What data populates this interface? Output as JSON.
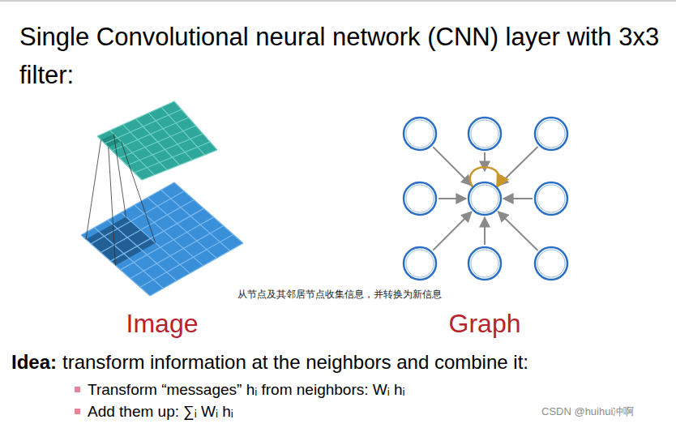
{
  "diagram": {
    "title": "Single Convolutional neural network (CNN) layer with 3x3 filter:",
    "labels": [
      "从节点及其邻居节点收集信息，并转换为新信息",
      "Image",
      "Graph",
      "Idea:",
      "transform information at the neighbors and combine it:",
      "Transform “messages” hᵢ from neighbors: Wᵢ hᵢ",
      "Add them up: ∑ᵢ Wᵢ hᵢ",
      "CSDN @huihui冲啊"
    ]
  }
}
